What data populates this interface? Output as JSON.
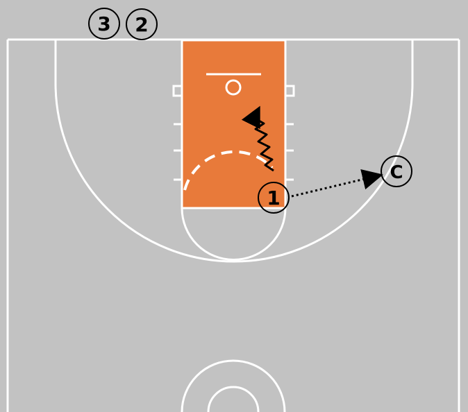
{
  "court": {
    "background_color": "#c2c2c2",
    "line_color": "#ffffff",
    "paint_color": "#e87a3a"
  },
  "players": {
    "p1": {
      "label": "1"
    },
    "p2": {
      "label": "2"
    },
    "p3": {
      "label": "3"
    },
    "coach": {
      "label": "C"
    }
  },
  "actions": {
    "dribble": {
      "from": "p1",
      "to": "basket"
    },
    "pass": {
      "from": "p1",
      "to": "coach"
    }
  }
}
